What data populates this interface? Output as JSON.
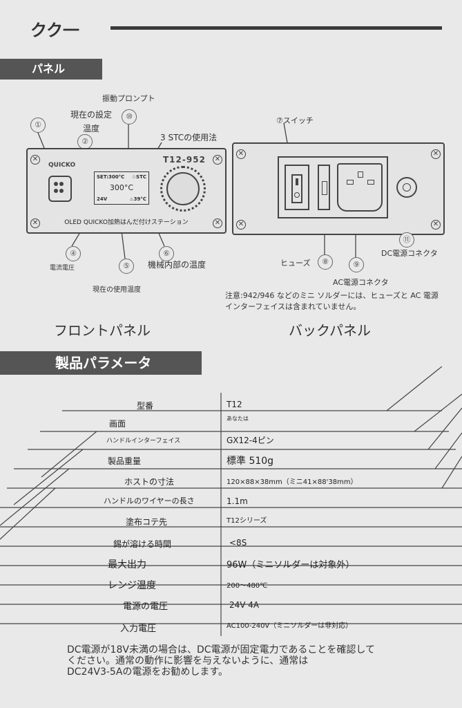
{
  "header": {
    "title": "クク一"
  },
  "panel_section": {
    "label": "パネル"
  },
  "front": {
    "annotations": {
      "vibration_prompt": "振動プロンプト",
      "current_setting": "現在の設定\n温度",
      "stc_usage": "3 STCの使用法",
      "current_voltage": "電流電圧",
      "current_temp": "現在の使用温度",
      "internal_temp": "機械内部の温度"
    },
    "numbers": [
      "①",
      "②",
      "④",
      "⑤",
      "⑥",
      "⑩"
    ],
    "model_label": "T12-952",
    "screen": {
      "set": "SET:300°C",
      "mode": "☆STC",
      "temp": "300°C",
      "volt": "24V",
      "inner": "♨39°C"
    },
    "brand": "QUICKO",
    "caption": "OLED QUICKO加熱はんだ付けステーション",
    "section_name": "フロントパネル"
  },
  "back": {
    "annotations": {
      "switch": "⑦スイッチ",
      "fuse": "ヒューズ",
      "ac_connector": "AC電源コネクタ",
      "dc_connector": "DC電源コネクタ"
    },
    "numbers": [
      "⑧",
      "⑨",
      "⑪"
    ],
    "note": "注意:942/946 などのミニ ソルダーには、ヒューズと AC 電源\nインターフェイスは含まれていません。",
    "section_name": "バックパネル"
  },
  "params_section": {
    "label": "製品パラメータ"
  },
  "params": [
    {
      "name": "型番",
      "value": "T12"
    },
    {
      "name": "画面",
      "value": "あなたは"
    },
    {
      "name": "ハンドルインターフェイス",
      "value": "GX12-4ピン"
    },
    {
      "name": "製品重量",
      "value": "標準 510g"
    },
    {
      "name": "ホストの寸法",
      "value": "120×88×38mm（ミニ41×88'38mm）"
    },
    {
      "name": "ハンドルのワイヤーの長さ",
      "value": "1.1m"
    },
    {
      "name": "塗布コテ先",
      "value": "T12シリーズ"
    },
    {
      "name": "錫が溶ける時間",
      "value": "<8S"
    },
    {
      "name": "最大出力",
      "value": "96W（ミニソルダーは対象外）"
    },
    {
      "name": "レンジ温度",
      "value": "200～480℃"
    },
    {
      "name": "電源の電圧",
      "value": "24V 4A"
    },
    {
      "name": "入力電圧",
      "value": "AC100-240V（ミニソルダーは非対応）"
    }
  ],
  "footer_note": "DC電源が18V未満の場合は、DC電源が固定電力であることを確認して\nください。通常の動作に影響を与えないように、通常は\nDC24V3-5Aの電源をお勧めします。"
}
